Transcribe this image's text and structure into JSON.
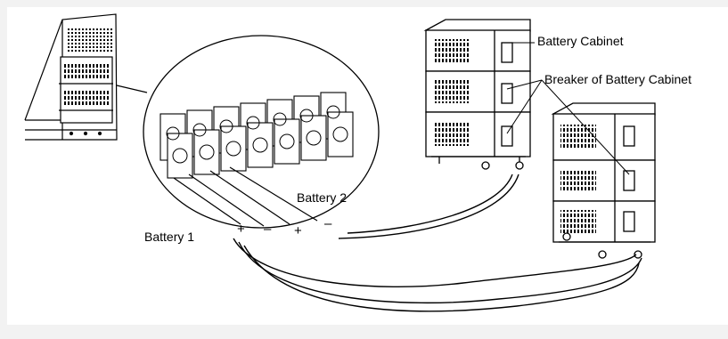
{
  "labels": {
    "battery_cabinet": "Battery Cabinet",
    "breaker": "Breaker of Battery Cabinet",
    "battery_1": "Battery 1",
    "battery_2": "Battery 2"
  },
  "polarity": {
    "b1_pos": "+",
    "b1_neg": "–",
    "b2_pos": "+",
    "b2_neg": "–"
  },
  "colors": {
    "line": "#000000",
    "background": "#f2f2f2",
    "panel": "#ffffff"
  }
}
